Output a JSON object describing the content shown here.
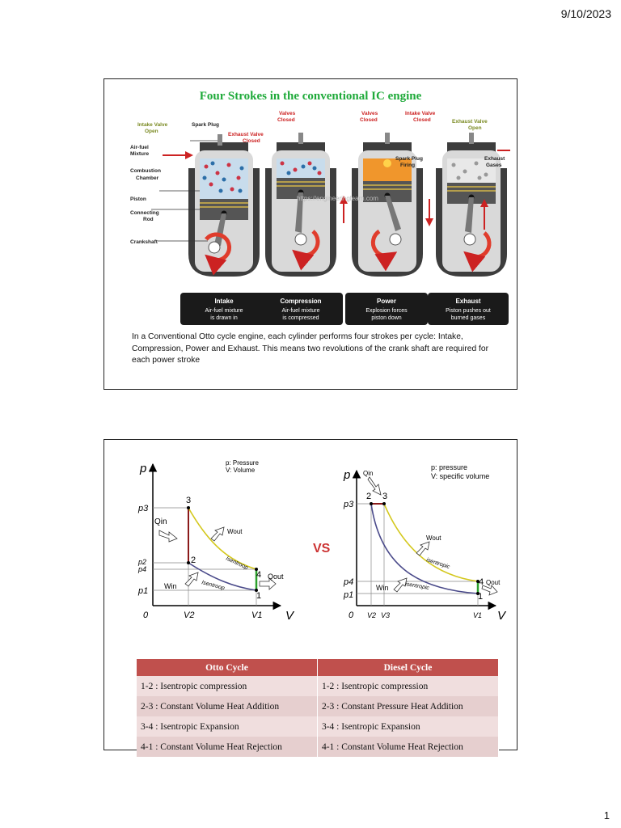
{
  "header": {
    "date": "9/10/2023"
  },
  "footer": {
    "page_number": "1"
  },
  "slide1": {
    "title": "Four Strokes in the conventional IC engine",
    "watermark": "https://engineeringlearn.com",
    "labels": {
      "intake_valve_open": [
        "Intake Valve",
        "Open"
      ],
      "spark_plug": "Spark Plug",
      "exhaust_valve_closed": [
        "Exhaust Valve",
        "Closed"
      ],
      "air_fuel_mixture": [
        "Air-fuel",
        "Mixture"
      ],
      "combustion_chamber": [
        "Combustion",
        "Chamber"
      ],
      "piston": "Piston",
      "connecting_rod": [
        "Connecting",
        "Rod"
      ],
      "crankshaft": "Crankshaft",
      "valves_closed_1": [
        "Valves",
        "Closed"
      ],
      "valves_closed_2": [
        "Valves",
        "Closed"
      ],
      "intake_valve_closed": [
        "Intake Valve",
        "Closed"
      ],
      "exhaust_valve_open": [
        "Exhaust Valve",
        "Open"
      ],
      "spark_plug_firing": [
        "Spark Plug",
        "Firing"
      ],
      "exhaust_gases": [
        "Exhaust",
        "Gases"
      ]
    },
    "strokes": [
      {
        "name": "Intake",
        "desc": [
          "Air-fuel mixture",
          "is drawn in"
        ]
      },
      {
        "name": "Compression",
        "desc": [
          "Air-fuel mixture",
          "is compressed"
        ]
      },
      {
        "name": "Power",
        "desc": [
          "Explosion forces",
          "piston down"
        ]
      },
      {
        "name": "Exhaust",
        "desc": [
          "Piston pushes out",
          "burned gases"
        ]
      }
    ],
    "caption": "In a Conventional  Otto cycle engine, each cylinder performs four strokes per cycle: Intake, Compression, Power and Exhaust. This means two revolutions of the crank shaft are required for each power stroke"
  },
  "slide2": {
    "vs": "VS",
    "otto": {
      "legend": [
        "p:  Pressure",
        "V:  Volume"
      ],
      "axis_p": "p",
      "axis_v": "V",
      "origin": "0",
      "p_ticks": [
        "p3",
        "p2",
        "p4",
        "p1"
      ],
      "v_ticks": [
        "V2",
        "V1"
      ],
      "points": [
        "1",
        "2",
        "3",
        "4"
      ],
      "q_in": "Qin",
      "q_out": "Qout",
      "w_out": "Wout",
      "w_in": "Win",
      "curve_label": "Isentroop"
    },
    "diesel": {
      "legend": [
        "p: pressure",
        "V: specific volume"
      ],
      "axis_p": "p",
      "axis_v": "V",
      "origin": "0",
      "p_ticks": [
        "p3",
        "p4",
        "p1"
      ],
      "v_ticks": [
        "V2",
        "V3",
        "V1"
      ],
      "points": [
        "1",
        "2",
        "3",
        "4"
      ],
      "q_in": "Qin",
      "q_out": "Qout",
      "w_out": "Wout",
      "w_in": "Win",
      "curve_label": "isentropic"
    },
    "table": {
      "headers": [
        "Otto Cycle",
        "Diesel Cycle"
      ],
      "rows": [
        [
          "1-2 : Isentropic compression",
          "1-2 : Isentropic compression"
        ],
        [
          "2-3 : Constant Volume Heat Addition",
          "2-3 : Constant Pressure Heat Addition"
        ],
        [
          "3-4 : Isentropic Expansion",
          "3-4 : Isentropic Expansion"
        ],
        [
          "4-1 : Constant Volume Heat Rejection",
          "4-1 : Constant Volume Heat Rejection"
        ]
      ]
    }
  }
}
